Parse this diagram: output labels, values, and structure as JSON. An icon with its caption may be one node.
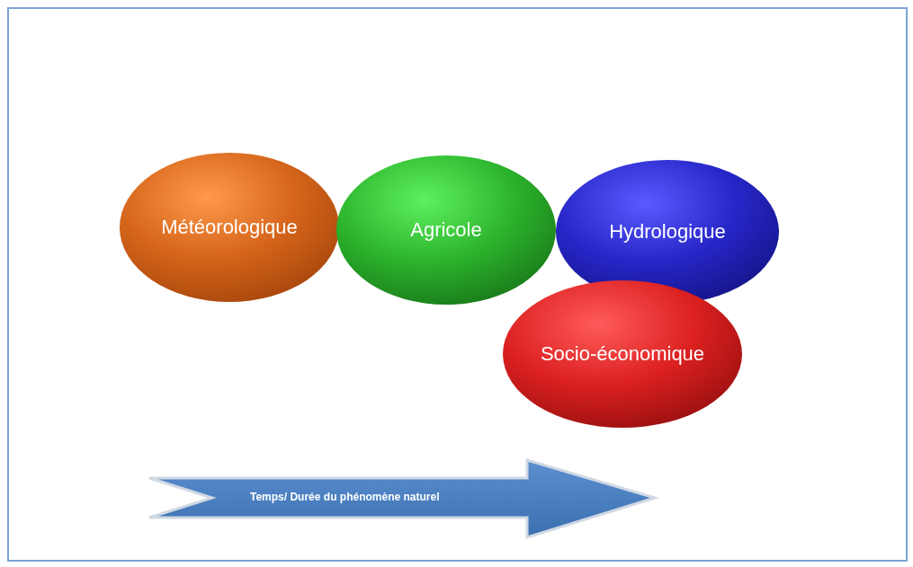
{
  "diagram": {
    "nodes": [
      {
        "text": [
          "Météorologique"
        ]
      },
      {
        "text": [
          "Agricole"
        ]
      },
      {
        "text": [
          "Hydrologique"
        ]
      },
      {
        "text": [
          "Socio-économique"
        ]
      },
      {
        "text": [
          "Temps/ Durée du phénomène naturel"
        ]
      }
    ]
  }
}
